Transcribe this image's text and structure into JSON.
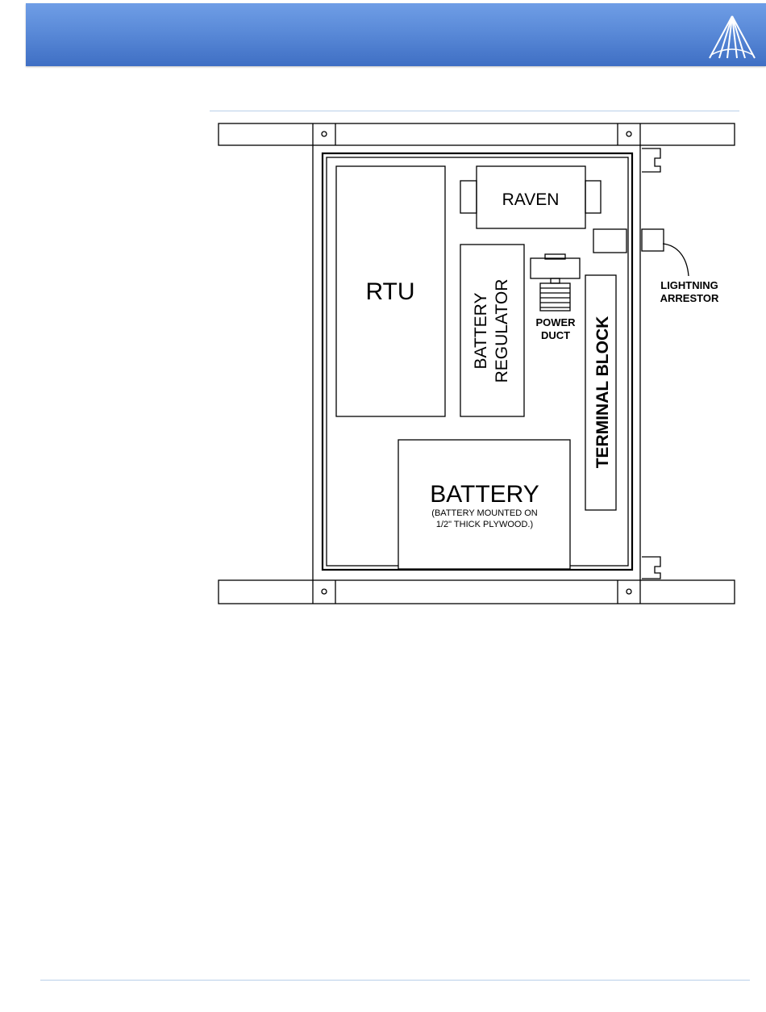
{
  "diagram": {
    "labels": {
      "raven": "RAVEN",
      "rtu": "RTU",
      "battery_regulator_line1": "BATTERY",
      "battery_regulator_line2": "REGULATOR",
      "power_duct_line1": "POWER",
      "power_duct_line2": "DUCT",
      "terminal_block": "TERMINAL BLOCK",
      "battery": "BATTERY",
      "battery_note_line1": "(BATTERY MOUNTED ON",
      "battery_note_line2": "1/2\" THICK PLYWOOD.)",
      "lightning_arrestor_line1": "LIGHTNING",
      "lightning_arrestor_line2": "ARRESTOR"
    }
  },
  "colors": {
    "header_blue": "#5a8ad8",
    "rule_blue": "#b9cfe8"
  },
  "icons": {
    "logo": "airlink-tower-logo"
  }
}
